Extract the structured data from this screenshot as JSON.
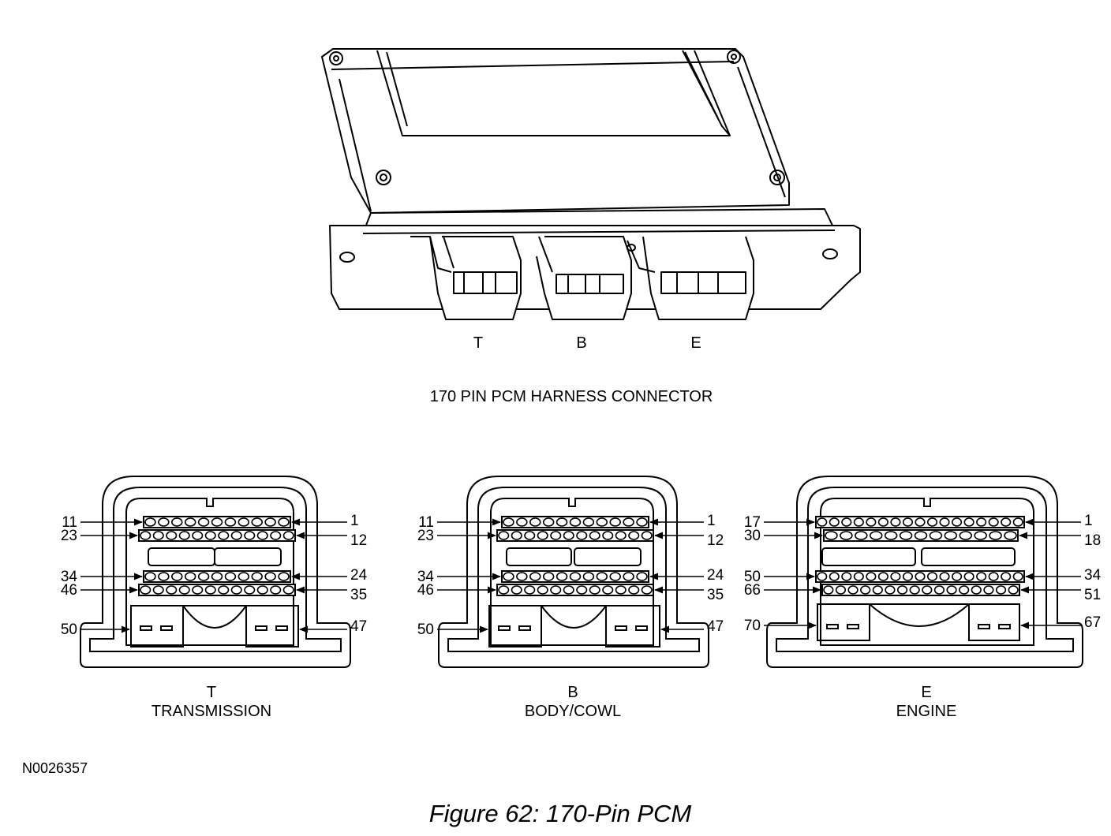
{
  "pcm": {
    "letters": [
      "T",
      "B",
      "E"
    ],
    "heading": "170 PIN PCM HARNESS CONNECTOR"
  },
  "connectors": [
    {
      "id": "transmission",
      "letter": "T",
      "name": "TRANSMISSION",
      "row_pins": [
        {
          "left": "11",
          "right": "1",
          "count": 11
        },
        {
          "left": "23",
          "right": "12",
          "count": 12
        },
        {
          "left": "34",
          "right": "24",
          "count": 11
        },
        {
          "left": "46",
          "right": "35",
          "count": 12
        }
      ],
      "bottom_pins": {
        "left": "50",
        "right": "47"
      }
    },
    {
      "id": "body",
      "letter": "B",
      "name": "BODY/COWL",
      "row_pins": [
        {
          "left": "11",
          "right": "1",
          "count": 11
        },
        {
          "left": "23",
          "right": "12",
          "count": 12
        },
        {
          "left": "34",
          "right": "24",
          "count": 11
        },
        {
          "left": "46",
          "right": "35",
          "count": 12
        }
      ],
      "bottom_pins": {
        "left": "50",
        "right": "47"
      }
    },
    {
      "id": "engine",
      "letter": "E",
      "name": "ENGINE",
      "row_pins": [
        {
          "left": "17",
          "right": "1",
          "count": 17
        },
        {
          "left": "30",
          "right": "18",
          "count": 13
        },
        {
          "left": "50",
          "right": "34",
          "count": 17
        },
        {
          "left": "66",
          "right": "51",
          "count": 16
        }
      ],
      "bottom_pins": {
        "left": "70",
        "right": "67"
      }
    }
  ],
  "reference_code": "N0026357",
  "caption": "Figure 62: 170-Pin PCM"
}
